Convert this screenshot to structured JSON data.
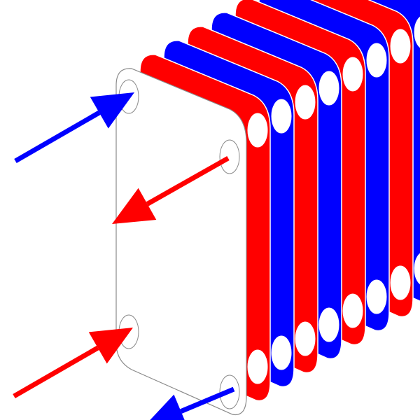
{
  "colors": {
    "background": "#ffffff",
    "hot": "#ff0000",
    "cold": "#0000ff",
    "front_plate_fill": "#ffffff",
    "outline": "#8a8a8a",
    "port": "#ffffff"
  },
  "diagram": {
    "type": "plate heat exchanger",
    "plates": [
      {
        "layer": 9,
        "color": "cold"
      },
      {
        "layer": 8,
        "color": "hot"
      },
      {
        "layer": 7,
        "color": "cold"
      },
      {
        "layer": 6,
        "color": "hot"
      },
      {
        "layer": 5,
        "color": "cold"
      },
      {
        "layer": 4,
        "color": "hot"
      },
      {
        "layer": 3,
        "color": "cold"
      },
      {
        "layer": 2,
        "color": "hot"
      },
      {
        "layer": 1,
        "color": "front"
      }
    ],
    "arrows": [
      {
        "name": "cold-inlet-arrow",
        "color": "cold",
        "direction": "in",
        "port": "top-left"
      },
      {
        "name": "hot-outlet-arrow",
        "color": "hot",
        "direction": "out",
        "port": "top-right"
      },
      {
        "name": "hot-inlet-arrow",
        "color": "hot",
        "direction": "in",
        "port": "bottom-left"
      },
      {
        "name": "cold-outlet-arrow",
        "color": "cold",
        "direction": "out",
        "port": "bottom-right"
      }
    ]
  }
}
